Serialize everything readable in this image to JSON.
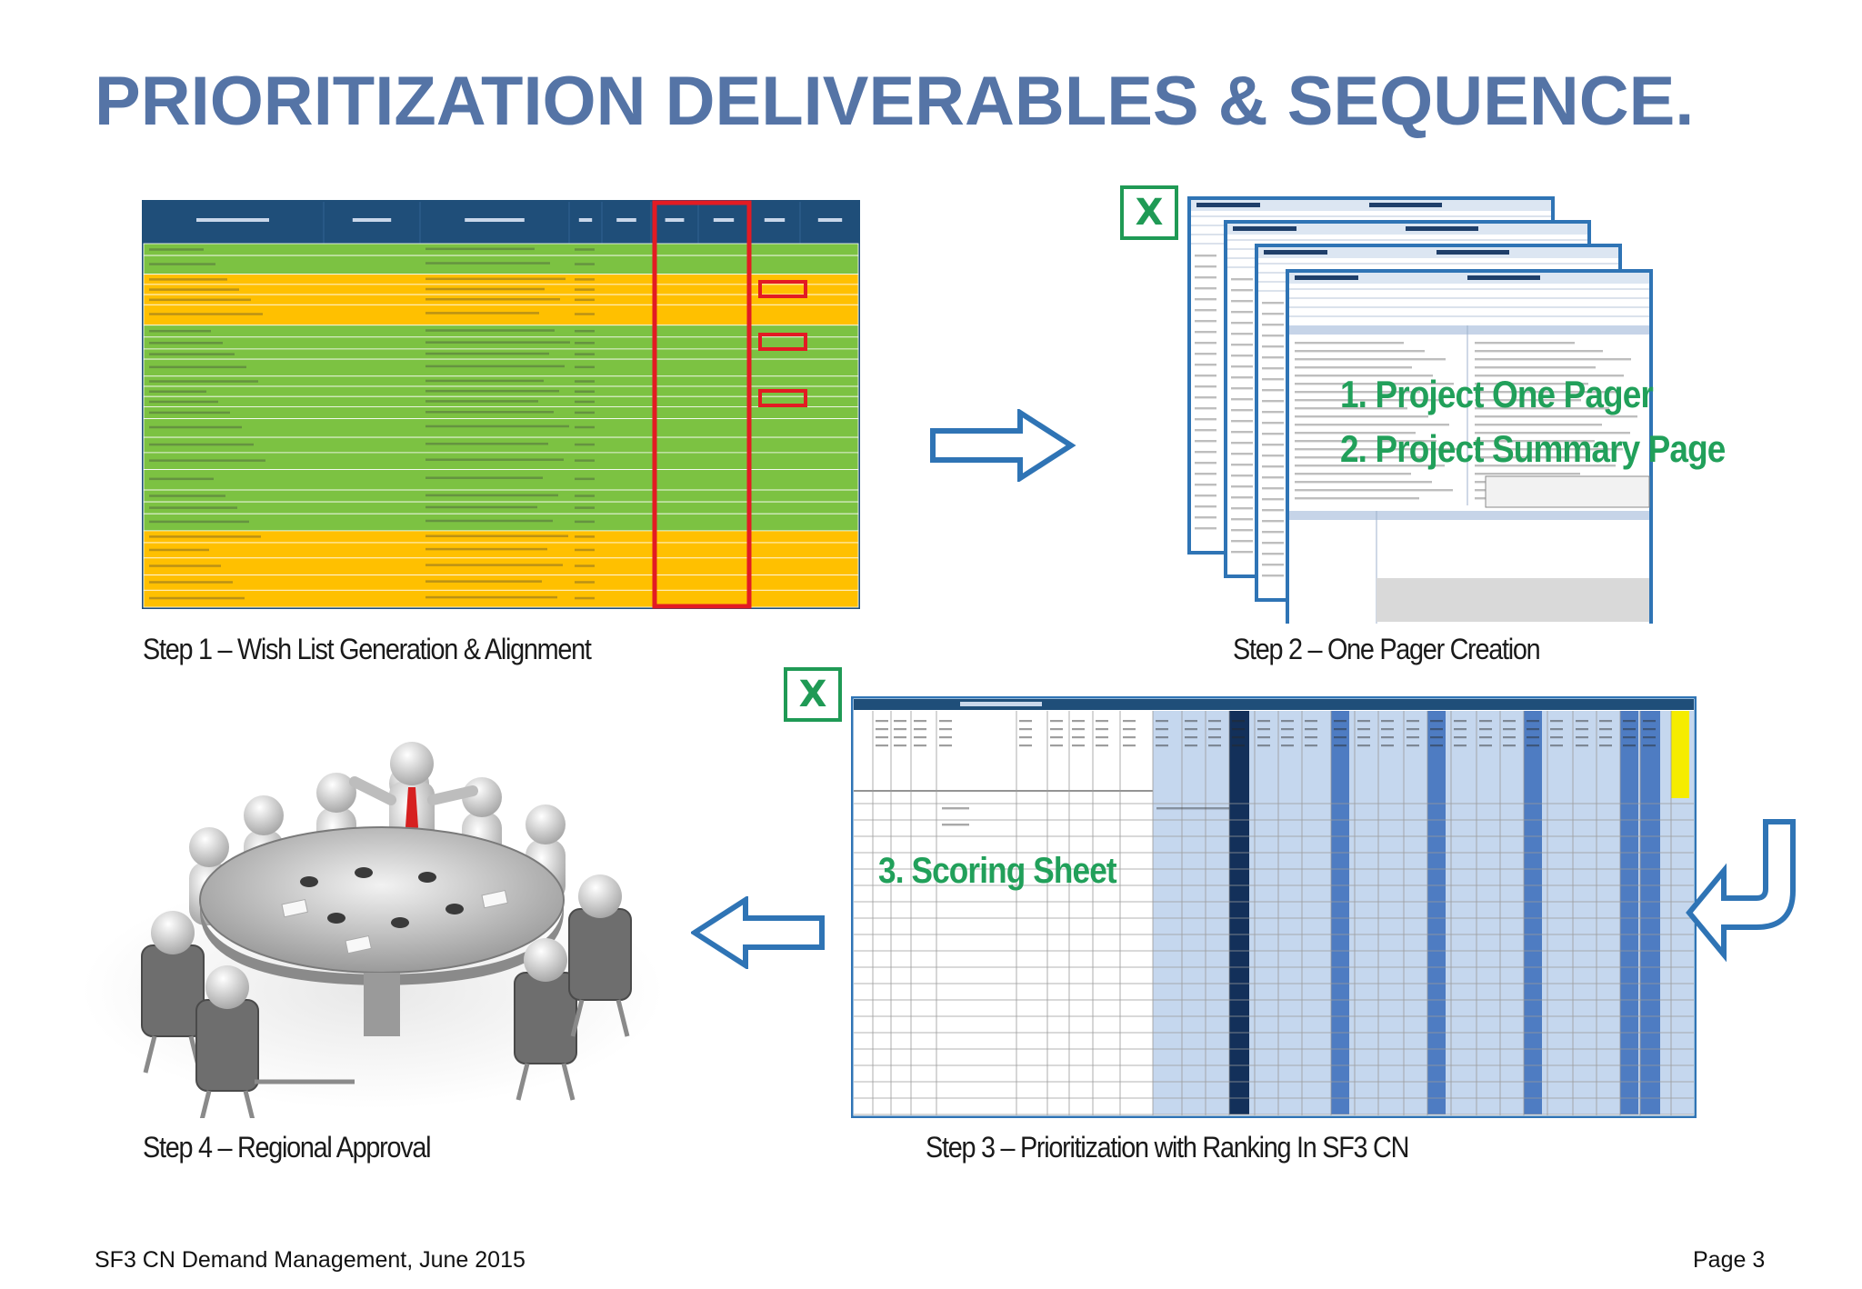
{
  "slide": {
    "title": "PRIORITIZATION DELIVERABLES & SEQUENCE.",
    "footer_left": "SF3 CN Demand Management, June 2015",
    "footer_right": "Page 3"
  },
  "steps": {
    "step1": "Step 1 – Wish List Generation & Alignment",
    "step2": "Step 2 – One Pager Creation",
    "step3": "Step 3 – Prioritization with Ranking In SF3 CN",
    "step4": "Step 4 – Regional Approval"
  },
  "overlays": {
    "one_pager": "1. Project One Pager",
    "summary_page": "2. Project Summary Page",
    "scoring_sheet": "3. Scoring Sheet",
    "excel_icon_letter": "X"
  },
  "colors": {
    "title": "#5574a6",
    "table_header": "#1f4e79",
    "row_green": "#7cc242",
    "row_orange": "#ffc000",
    "highlight_red": "#e31b23",
    "arrow_blue": "#2f74b5",
    "excel_green": "#1f9a55",
    "overlay_green": "#21a05a"
  },
  "icons": {
    "arrow_right": "arrow-right-icon",
    "arrow_left": "arrow-left-icon",
    "arrow_curved": "curved-arrow-down-left-icon",
    "excel": "excel-icon",
    "meeting": "meeting-table-illustration"
  }
}
